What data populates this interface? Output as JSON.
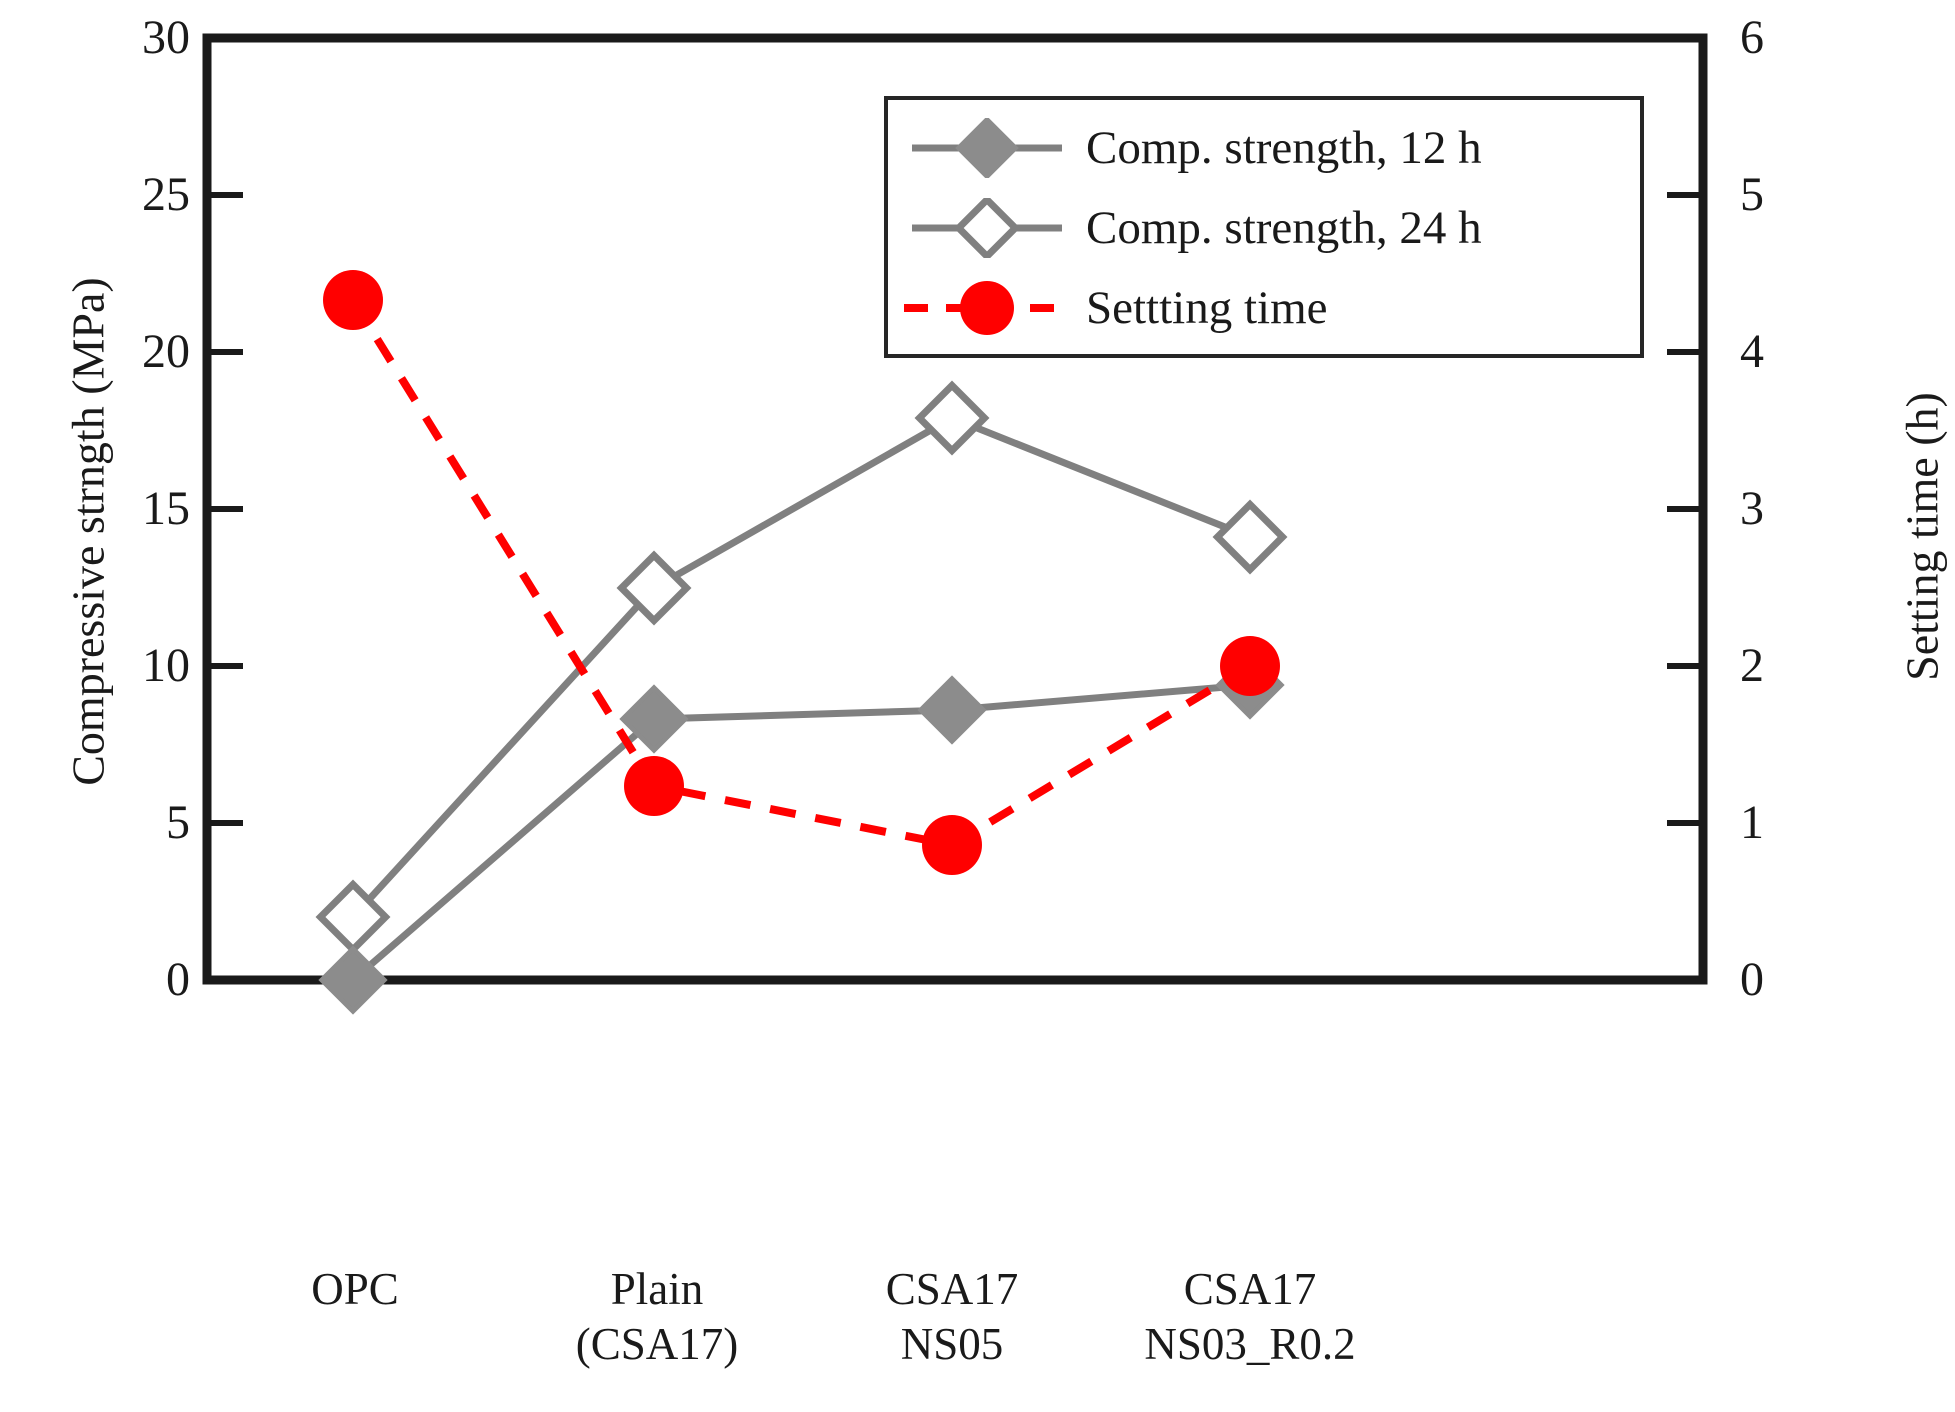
{
  "chart_data": {
    "type": "line",
    "title": "",
    "xlabel": "",
    "ylabel": "Compressive strngth (MPa)",
    "y2label": "Setting time (h)",
    "categories": [
      "OPC",
      "Plain\n(CSA17)",
      "CSA17\nNS05",
      "CSA17\nNS03_R0.2"
    ],
    "category_lines": [
      {
        "line1": "OPC",
        "line2": ""
      },
      {
        "line1": "Plain",
        "line2": "(CSA17)"
      },
      {
        "line1": "CSA17",
        "line2": "NS05"
      },
      {
        "line1": "CSA17",
        "line2": "NS03_R0.2"
      }
    ],
    "ylim": [
      0,
      30
    ],
    "yticks": [
      "0",
      "5",
      "10",
      "15",
      "20",
      "25",
      "30"
    ],
    "y2lim": [
      0,
      6
    ],
    "y2ticks": [
      "0",
      "1",
      "2",
      "3",
      "4",
      "5",
      "6"
    ],
    "grid": false,
    "legend_position": "top-center-inside",
    "series": [
      {
        "name": "Comp. strength, 12 h",
        "axis": "left",
        "marker": "filled-diamond",
        "color": "#808080",
        "linestyle": "solid",
        "values": [
          0.0,
          8.3,
          8.6,
          9.4
        ]
      },
      {
        "name": "Comp. strength, 24 h",
        "axis": "left",
        "marker": "open-diamond",
        "color": "#808080",
        "linestyle": "solid",
        "values": [
          2.0,
          12.5,
          17.9,
          14.1
        ]
      },
      {
        "name": "Settting time",
        "axis": "right",
        "marker": "filled-circle",
        "color": "#FF0000",
        "linestyle": "dashed",
        "values": [
          4.33,
          1.24,
          0.77,
          2.0
        ]
      }
    ],
    "colors": {
      "strength_series": "#808080",
      "setting_time_series": "#FF0000",
      "axis": "#1a1a1a"
    }
  },
  "legend": {
    "items": [
      {
        "label": "Comp. strength, 12 h",
        "marker": "filled-diamond-icon"
      },
      {
        "label": "Comp. strength, 24 h",
        "marker": "open-diamond-icon"
      },
      {
        "label": "Settting time",
        "marker": "red-circle-icon"
      }
    ]
  },
  "axes": {
    "left": {
      "title": "Compressive strngth (MPa)",
      "ticks": [
        "30",
        "25",
        "20",
        "15",
        "10",
        "5",
        "0"
      ]
    },
    "right": {
      "title": "Setting time (h)",
      "ticks": [
        "6",
        "5",
        "4",
        "3",
        "2",
        "1",
        "0"
      ]
    }
  }
}
